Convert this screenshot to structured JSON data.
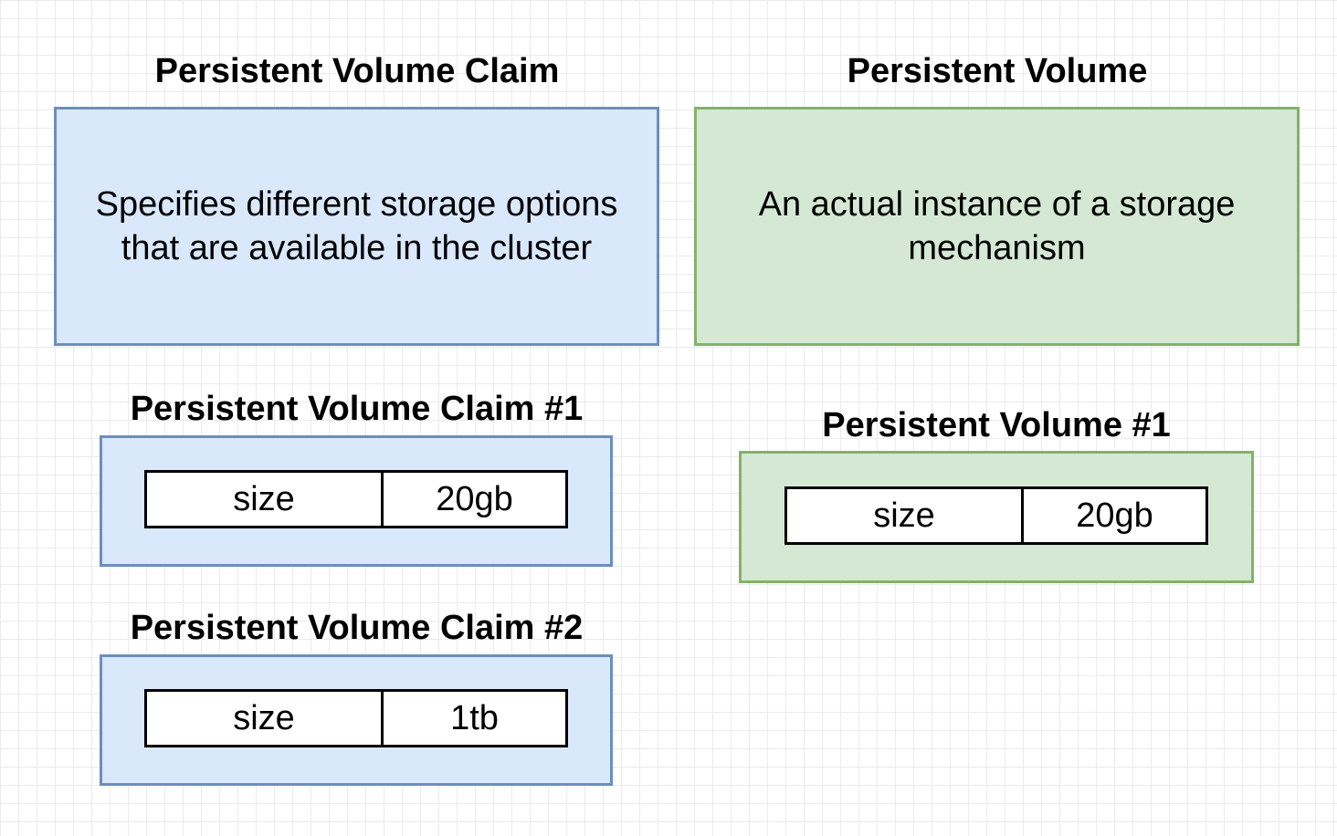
{
  "headings": {
    "pvc": "Persistent Volume Claim",
    "pv": "Persistent Volume",
    "pvc1": "Persistent Volume Claim #1",
    "pvc2": "Persistent Volume Claim #2",
    "pv1": "Persistent Volume #1"
  },
  "descriptions": {
    "pvc": "Specifies different storage options that are available in the cluster",
    "pv": "An actual instance of a storage mechanism"
  },
  "claims": [
    {
      "key": "size",
      "value": "20gb"
    },
    {
      "key": "size",
      "value": "1tb"
    }
  ],
  "volumes": [
    {
      "key": "size",
      "value": "20gb"
    }
  ],
  "colors": {
    "claim_fill": "#dae8fc",
    "claim_border": "#6c8ebf",
    "volume_fill": "#d5e8d4",
    "volume_border": "#82b366"
  }
}
